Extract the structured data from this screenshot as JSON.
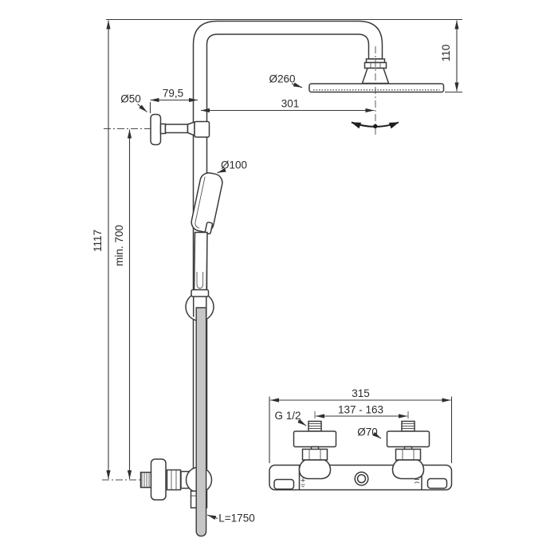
{
  "diagram": {
    "title": "shower-system-dimensional-drawing",
    "colors": {
      "line": "#3a3a3a",
      "hose_fill": "#c6c6c6",
      "background": "#ffffff"
    },
    "labels": {
      "overall_height": "1117",
      "min_height": "min. 700",
      "bracket_projection": "79,5",
      "bracket_diameter": "Ø50",
      "head_diameter": "Ø260",
      "head_projection": "301",
      "head_height": "110",
      "handspray_diameter": "Ø100",
      "hose_length": "L=1750",
      "valve_width": "315",
      "inlet_spacing": "137 - 163",
      "inlet_thread": "G 1/2",
      "escutcheon_diameter": "Ø70"
    }
  }
}
